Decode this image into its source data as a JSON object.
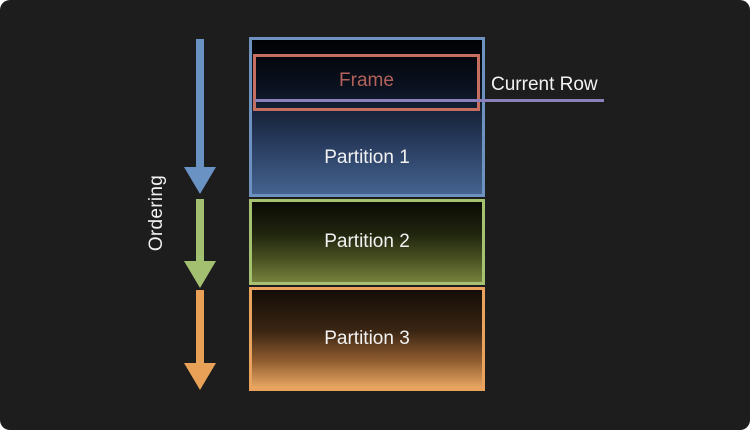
{
  "slide": {
    "background_color": "#1d1d1d"
  },
  "ordering": {
    "label": "Ordering",
    "arrows": [
      {
        "name": "ordering-arrow-partition-1",
        "color": "#6a93c4"
      },
      {
        "name": "ordering-arrow-partition-2",
        "color": "#a3c071"
      },
      {
        "name": "ordering-arrow-partition-3",
        "color": "#e9a158"
      }
    ]
  },
  "frame": {
    "label": "Frame",
    "border_color": "#c66e60",
    "label_color": "#b3625b"
  },
  "current_row": {
    "label": "Current Row",
    "line_color": "#8a81bb"
  },
  "partitions": [
    {
      "label": "Partition 1",
      "border_color": "#6d92c0",
      "fill_bottom": "#44638f"
    },
    {
      "label": "Partition 2",
      "border_color": "#a6c16f",
      "fill_bottom": "#76813d"
    },
    {
      "label": "Partition 3",
      "border_color": "#eaa35d",
      "fill_bottom": "#e9a763"
    }
  ]
}
